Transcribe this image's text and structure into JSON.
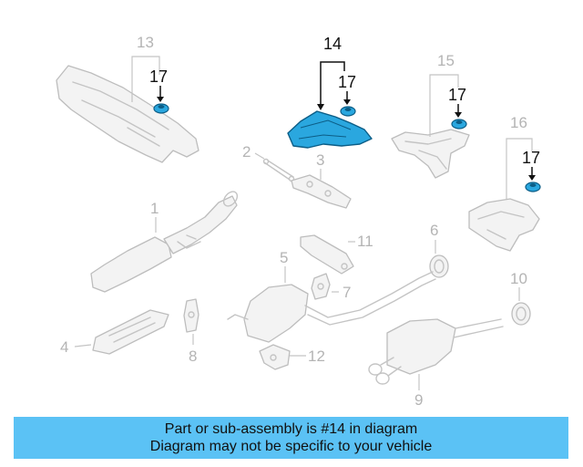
{
  "callouts": {
    "c1": "1",
    "c2": "2",
    "c3": "3",
    "c4": "4",
    "c5": "5",
    "c6": "6",
    "c7": "7",
    "c8": "8",
    "c9": "9",
    "c10": "10",
    "c11": "11",
    "c12": "12",
    "c13": "13",
    "c14": "14",
    "c15": "15",
    "c16": "16",
    "c17": "17"
  },
  "highlight_color": "#2aa7df",
  "banner": {
    "color": "#5bc2f5",
    "line1": "Part or sub-assembly is #14 in diagram",
    "line2": "Diagram may not be specific to your vehicle"
  }
}
